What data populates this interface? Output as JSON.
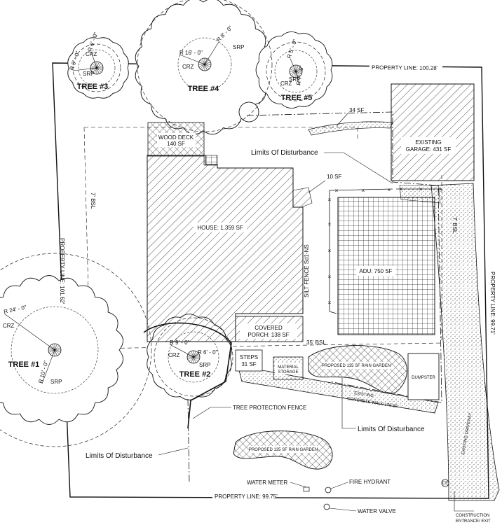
{
  "trees": [
    {
      "id": "tree1",
      "label": "TREE #1",
      "crz": "R 24' - 0\"",
      "srp": "R 10' - 0\"",
      "crz_text": "CRZ",
      "srp_text": "SRP"
    },
    {
      "id": "tree2",
      "label": "TREE #2",
      "crz": "R 9' - 0\"",
      "srp": "R 6' - 0\"",
      "crz_text": "CRZ",
      "srp_text": "SRP"
    },
    {
      "id": "tree3",
      "label": "TREE #3",
      "crz": "R 6' - 0\"",
      "srp": "R 6' - 0\"",
      "crz_text": "CRZ",
      "srp_text": "SRP"
    },
    {
      "id": "tree4",
      "label": "TREE #4",
      "crz": "R 16' - 0\"",
      "srp": "R 8' - 0\"",
      "crz_text": "CRZ",
      "srp_text": "SRP"
    },
    {
      "id": "tree5",
      "label": "TREE #5",
      "crz": "R 5' - 0\"",
      "srp": "R 7' - 0\"",
      "crz_text": "CRZ",
      "srp_text": "SRP"
    }
  ],
  "property_lines": {
    "top": "PROPERTY LINE: 100.28'",
    "left": "PROPERTY LINE: 101.62'",
    "right": "PROPERTY LINE: 99.71'",
    "bottom": "PROPERTY LINE: 99.75'"
  },
  "setbacks": {
    "left": "7' BSL",
    "right": "7' BSL",
    "rear": "35' BSL"
  },
  "structures": {
    "wood_deck": "WOOD DECK",
    "wood_deck_area": "140 SF",
    "house": "HOUSE: 1,359 SF",
    "garage": "EXISTING",
    "garage_area": "GARAGE: 431 SF",
    "adu": "ADU: 750 SF",
    "porch": "COVERED",
    "porch_area": "PORCH: 138 SF",
    "steps": "STEPS",
    "steps_area": "31 SF",
    "material_storage_1": "MATERIAL",
    "material_storage_2": "STORAGE",
    "dumpster": "DUMPSTER",
    "walk_1": "EXISTING",
    "walk_2": "CONCRETE WALK 175 SF",
    "driveway": "EXISTING DRIVEWAY"
  },
  "areas": {
    "sf34": "34 SF",
    "sf10": "10 SF"
  },
  "rain_gardens": {
    "upper": "PROPOSED 135 SF RAIN GARDEN",
    "lower": "PROPOSED 135 SF RAIN GARDEN"
  },
  "callouts": {
    "lod_top": "Limits Of Disturbance",
    "lod_mid": "Limits Of Disturbance",
    "lod_left": "Limits Of Disturbance",
    "tree_fence": "TREE PROTECTION FENCE",
    "silt_fence": "SILT FENCE Sd1-NS",
    "water_meter": "WATER METER",
    "fire_hydrant": "FIRE HYDRANT",
    "water_valve": "WATER VALVE",
    "construction_1": "CONSTRUCTION",
    "construction_2": "ENTRANCE/ EXIT",
    "ce": "CE"
  }
}
